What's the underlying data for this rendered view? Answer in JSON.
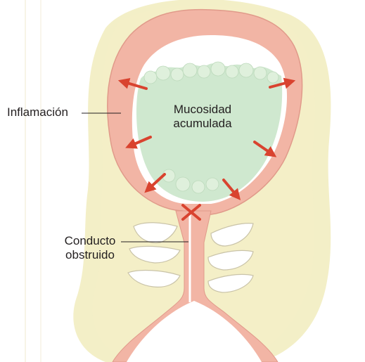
{
  "labels": {
    "inflammation": "Inflamación",
    "mucus_line1": "Mucosidad",
    "mucus_line2": "acumulada",
    "duct_line1": "Conducto",
    "duct_line2": "obstruido"
  },
  "colors": {
    "background": "#ffffff",
    "swelling_halo": "#f1ecbd",
    "sinus_wall": "#f2b5a5",
    "wall_outline": "#d9897a",
    "mucus": "#cfe8cf",
    "arrow": "#d9432f",
    "bone": "#ffffff",
    "bone_outline": "#b8b4a0",
    "text": "#231f20",
    "margin_line": "#e9e3c4"
  },
  "icons": {
    "pressure_arrows": "arrow-icon",
    "blockage_mark": "x-mark-icon"
  }
}
